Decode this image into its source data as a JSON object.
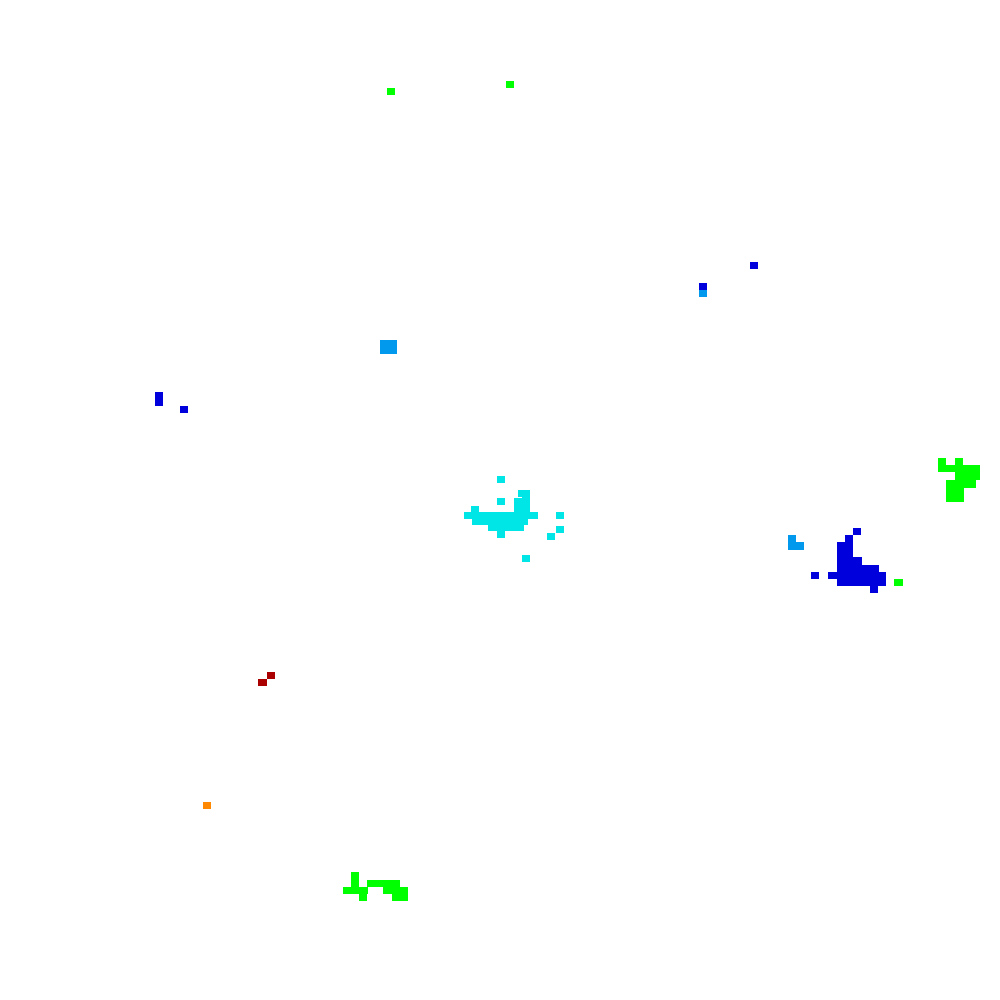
{
  "palette": {
    "background": "#ffffff",
    "green": "#00ff00",
    "blue": "#0000dd",
    "light_blue": "#0099ee",
    "cyan": "#00e5e5",
    "dark_red": "#aa0000",
    "orange": "#ff8800"
  },
  "clusters": [
    {
      "name": "green-dot-top-left",
      "color": "green"
    },
    {
      "name": "green-dot-top-center",
      "color": "green"
    },
    {
      "name": "blue-dots-upper-right",
      "color": "blue"
    },
    {
      "name": "light-blue-dot-upper-right",
      "color": "light_blue"
    },
    {
      "name": "light-blue-square-center-left",
      "color": "light_blue"
    },
    {
      "name": "blue-dots-left",
      "color": "blue"
    },
    {
      "name": "cyan-cluster-center",
      "color": "cyan"
    },
    {
      "name": "green-cluster-right-edge",
      "color": "green"
    },
    {
      "name": "light-blue-mark-right",
      "color": "light_blue"
    },
    {
      "name": "blue-cluster-right",
      "color": "blue"
    },
    {
      "name": "green-dot-right",
      "color": "green"
    },
    {
      "name": "red-dots-lower-left",
      "color": "dark_red"
    },
    {
      "name": "orange-dot-lower-left",
      "color": "orange"
    },
    {
      "name": "green-cluster-bottom",
      "color": "green"
    }
  ]
}
